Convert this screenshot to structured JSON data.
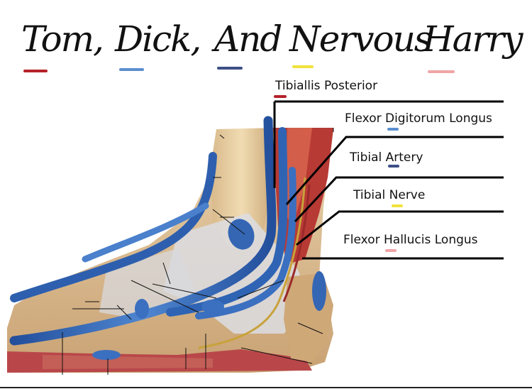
{
  "title": {
    "words": [
      "Tom,",
      "Dick,",
      "And",
      "Nervous",
      "Harry"
    ]
  },
  "mnemonic_colors": {
    "tom": "#b5222a",
    "dick": "#5b8fcf",
    "and": "#3d4f86",
    "nervous": "#f1e23a",
    "harry": "#f0a4a6"
  },
  "labels": [
    {
      "text": "Tibiallis Posterior",
      "color": "#b5222a"
    },
    {
      "text": "Flexor Digitorum Longus",
      "color": "#5b8fcf"
    },
    {
      "text": "Tibial Artery",
      "color": "#3d4f86"
    },
    {
      "text": "Tibial Nerve",
      "color": "#f1e23a"
    },
    {
      "text": "Flexor Hallucis Longus",
      "color": "#f0a4a6"
    }
  ],
  "image": {
    "subject": "medial-ankle-anatomy"
  }
}
